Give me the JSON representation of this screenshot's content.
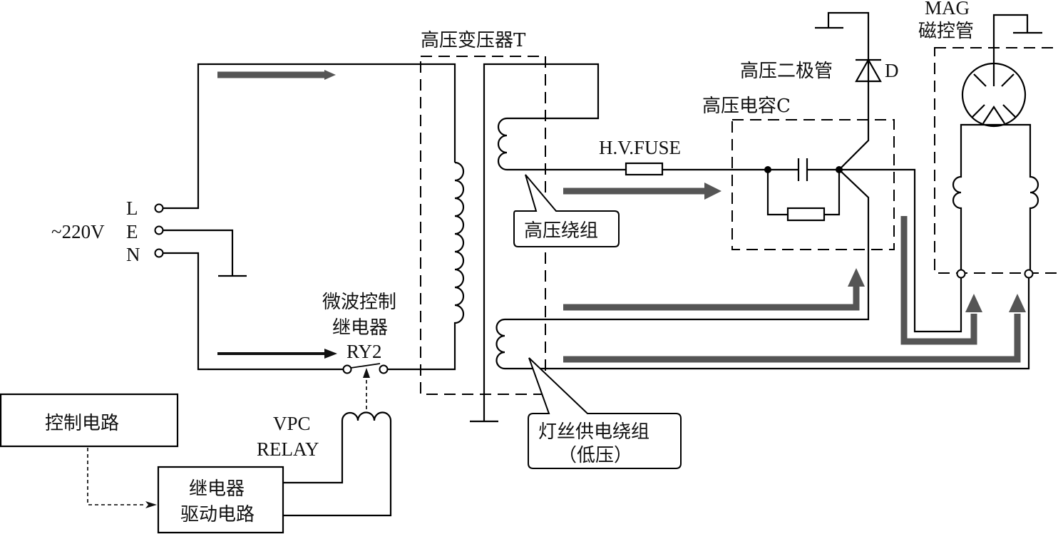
{
  "diagram": {
    "title": "Microwave oven high-voltage circuit",
    "supply": {
      "voltage_label": "~220V",
      "terminals": [
        "L",
        "E",
        "N"
      ]
    },
    "transformer": {
      "label": "高压变压器T"
    },
    "hv_winding_callout": {
      "label": "高压绕组"
    },
    "filament_winding_callout": {
      "line1": "灯丝供电绕组",
      "line2": "（低压）"
    },
    "hv_fuse": {
      "label": "H.V.FUSE"
    },
    "hv_capacitor": {
      "label": "高压电容C"
    },
    "hv_diode": {
      "label": "高压二极管",
      "symbol_label": "D"
    },
    "magnetron": {
      "label_en": "MAG",
      "label_cn": "磁控管"
    },
    "relay_contact": {
      "line1": "微波控制",
      "line2": "继电器",
      "line3": "RY2"
    },
    "relay_coil": {
      "line1": "VPC",
      "line2": "RELAY"
    },
    "control_circuit": {
      "label": "控制电路"
    },
    "relay_driver": {
      "line1": "继电器",
      "line2": "驱动电路"
    },
    "colors": {
      "wire": "#000000",
      "current_flow": "#555555",
      "background": "#ffffff"
    }
  }
}
